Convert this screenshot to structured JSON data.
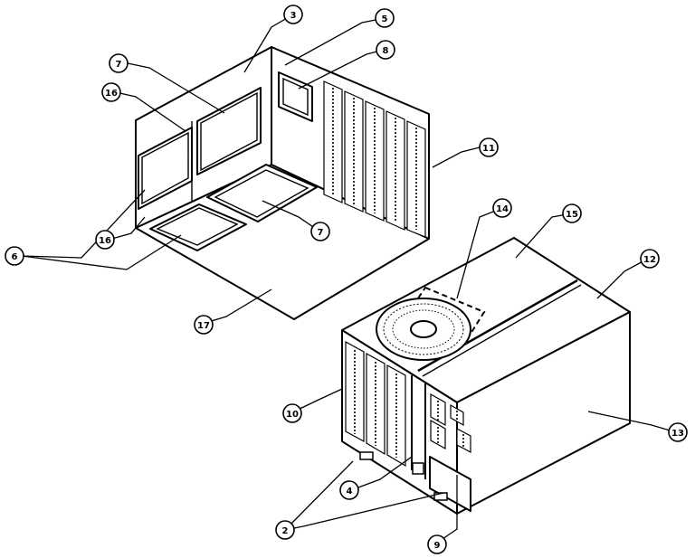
{
  "diagram": {
    "callouts": [
      {
        "id": "c3",
        "label": "3"
      },
      {
        "id": "c5",
        "label": "5"
      },
      {
        "id": "c7a",
        "label": "7"
      },
      {
        "id": "c8",
        "label": "8"
      },
      {
        "id": "c16a",
        "label": "16"
      },
      {
        "id": "c11",
        "label": "11"
      },
      {
        "id": "c14",
        "label": "14"
      },
      {
        "id": "c15",
        "label": "15"
      },
      {
        "id": "c6",
        "label": "6"
      },
      {
        "id": "c16b",
        "label": "16"
      },
      {
        "id": "c7b",
        "label": "7"
      },
      {
        "id": "c12",
        "label": "12"
      },
      {
        "id": "c17",
        "label": "17"
      },
      {
        "id": "c10",
        "label": "10"
      },
      {
        "id": "c13",
        "label": "13"
      },
      {
        "id": "c4",
        "label": "4"
      },
      {
        "id": "c2",
        "label": "2"
      },
      {
        "id": "c9",
        "label": "9"
      }
    ]
  }
}
